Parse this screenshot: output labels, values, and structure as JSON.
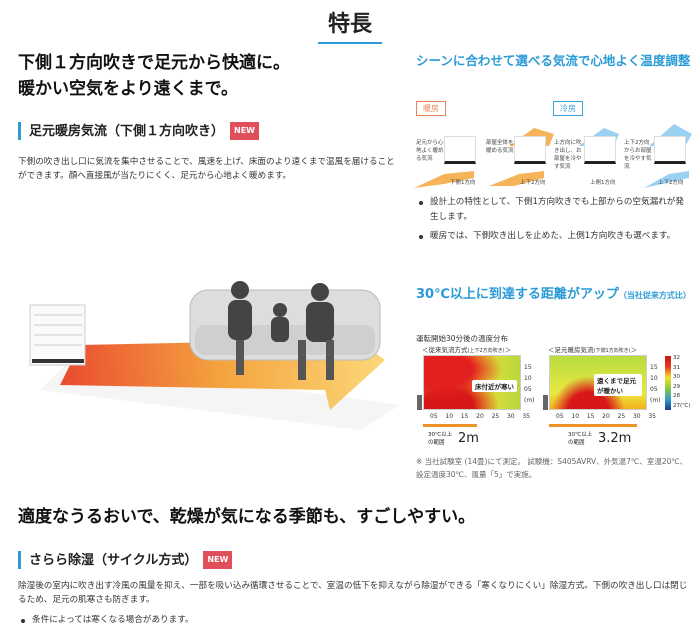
{
  "page_title": "特長",
  "section1": {
    "heading_line1": "下側１方向吹きで足元から快適に。",
    "heading_line2": "暖かい空気をより遠くまで。",
    "sub_heading": "足元暖房気流（下側１方向吹き）",
    "badge": "NEW",
    "body": "下側の吹き出し口に気流を集中させることで、風速を上げ、床面のより遠くまで温風を届けることができます。顔へ直接風が当たりにくく、足元から心地よく暖めます。"
  },
  "scene": {
    "heading": "シーンに合わせて選べる気流で心地よく温度調整",
    "heating_tag": "暖房",
    "cooling_tag": "冷房",
    "diagrams": [
      {
        "desc": "足元から心地よく暖める気流",
        "label": "下側1方向"
      },
      {
        "desc": "部屋全体を暖める気流",
        "label": "上下2方向"
      },
      {
        "desc": "上方向に吹き出し、お部屋を冷やす気流",
        "label": "上側1方向"
      },
      {
        "desc": "上下2方向からお部屋を冷やす気流",
        "label": "上下2方向"
      }
    ],
    "bullets": [
      "設計上の特性として、下側1方向吹きでも上部からの空気漏れが発生します。",
      "暖房では、下側吹き出しを止めた、上側1方向吹きも選べます。"
    ]
  },
  "distance": {
    "heading": "30℃以上に到達する距離がアップ",
    "heading_note": "（当社従来方式比）",
    "chart_title": "運転開始30分後の温度分布",
    "left_title": "＜従来気流方式",
    "left_title_note": "(上下2方向吹き)",
    "left_callout": "床付近が寒い",
    "right_title": "＜足元暖房気流",
    "right_title_note": "(下側1方向吹き)",
    "right_callout": "遠くまで足元が暖かい",
    "x_ticks": [
      "05",
      "10",
      "15",
      "20",
      "25",
      "30",
      "35"
    ],
    "y_ticks": [
      "15",
      "10",
      "05",
      "(m)"
    ],
    "x_unit": "(m)",
    "scale_ticks": [
      "32",
      "31",
      "30",
      "29",
      "28",
      "27(℃)"
    ],
    "range_label": "30℃以上の範囲",
    "left_range": "2m",
    "right_range": "3.2m",
    "note": "※ 当社試験室 (14畳)にて測定。 試験機：S405AVRV、外気温7℃、室温20℃、設定温度30℃、風量「5」で実施。"
  },
  "section2": {
    "heading": "適度なうるおいで、乾燥が気になる季節も、すごしやすい。",
    "sub_heading": "さらら除湿（サイクル方式）",
    "badge": "NEW",
    "body": "除湿後の室内に吹き出す冷風の風量を抑え、一部を吸い込み循環させることで、室温の低下を抑えながら除湿ができる「寒くなりにくい」除湿方式。下側の吹き出し口は閉じるため、足元の肌寒さも防ぎます。",
    "bullet": "条件によっては寒くなる場合があります。"
  },
  "colors": {
    "accent": "#2a9bd6",
    "badge": "#e0505a",
    "heat": "#f29a38",
    "cool": "#7cc0ea"
  }
}
